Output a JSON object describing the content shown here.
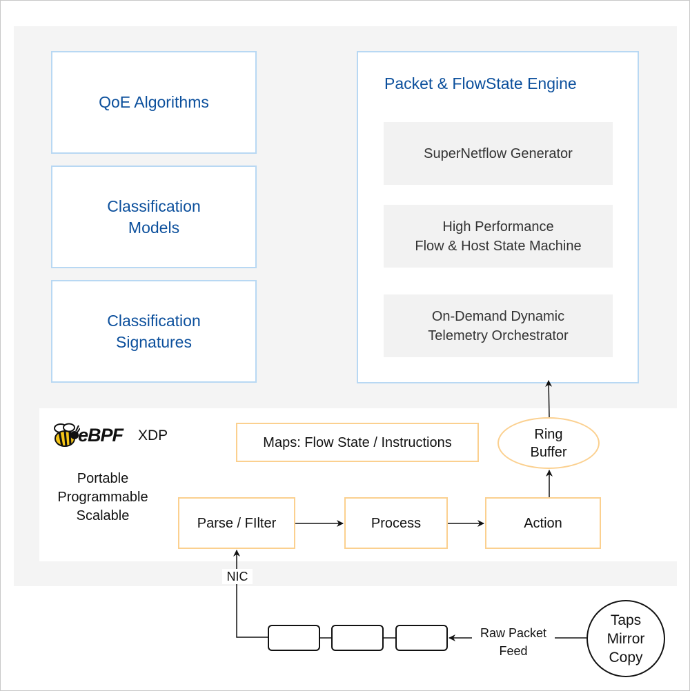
{
  "left_boxes": {
    "qoe": [
      "QoE Algorithms"
    ],
    "models": [
      "Classification",
      "Models"
    ],
    "signatures": [
      "Classification",
      "Signatures"
    ]
  },
  "engine": {
    "title": "Packet & FlowState Engine",
    "items": [
      [
        "SuperNetflow Generator"
      ],
      [
        "High Performance",
        "Flow & Host State Machine"
      ],
      [
        "On-Demand Dynamic",
        "Telemetry Orchestrator"
      ]
    ]
  },
  "ebpf": {
    "logo_text": "eBPF",
    "xdp_label": "XDP",
    "tagline": [
      "Portable",
      "Programmable",
      "Scalable"
    ],
    "maps_label": "Maps: Flow State / Instructions",
    "ring_buffer": [
      "Ring",
      "Buffer"
    ],
    "pipeline": {
      "parse": "Parse / FIlter",
      "process": "Process",
      "action": "Action"
    }
  },
  "feed": {
    "nic_label": "NIC",
    "raw_label": [
      "Raw Packet",
      "Feed"
    ],
    "source": [
      "Taps",
      "Mirror",
      "Copy"
    ]
  },
  "colors": {
    "blue_text": "#0b4f9c",
    "blue_border": "#b8d8f3",
    "orange_border": "#fbd08f",
    "panel_grey": "#f4f4f4"
  }
}
